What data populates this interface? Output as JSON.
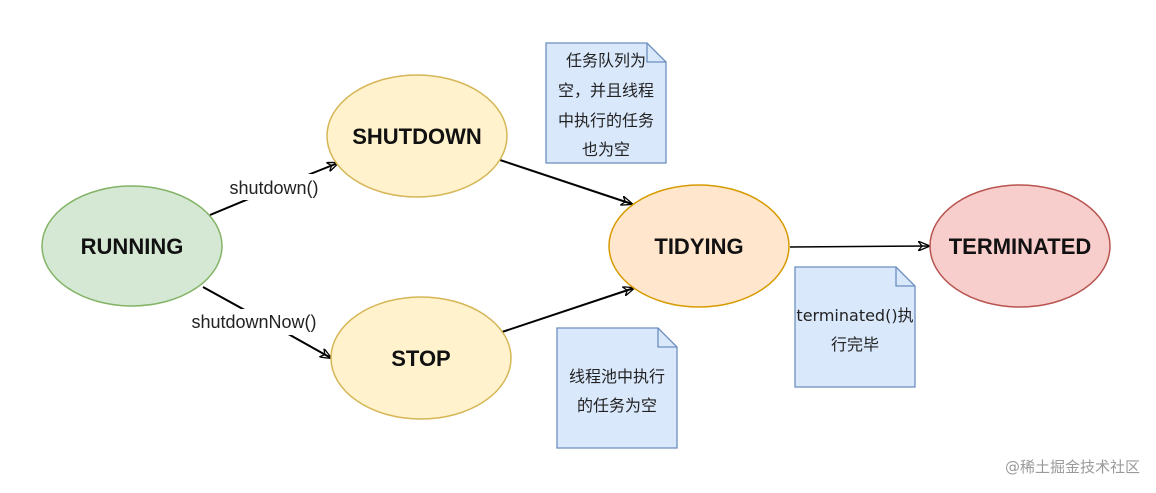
{
  "states": {
    "running": {
      "label": "RUNNING",
      "fill": "#d5e8d4",
      "stroke": "#82b366"
    },
    "shutdown": {
      "label": "SHUTDOWN",
      "fill": "#fff2cc",
      "stroke": "#d6b656"
    },
    "stop": {
      "label": "STOP",
      "fill": "#fff2cc",
      "stroke": "#d6b656"
    },
    "tidying": {
      "label": "TIDYING",
      "fill": "#ffe6cc",
      "stroke": "#d79b00"
    },
    "terminated": {
      "label": "TERMINATED",
      "fill": "#f8cecc",
      "stroke": "#b85450"
    }
  },
  "transitions": {
    "shutdown": "shutdown()",
    "shutdownNow": "shutdownNow()"
  },
  "notes": {
    "shutdown_to_tidying": [
      "任务队列为",
      "空，并且线程",
      "中执行的任务",
      "也为空"
    ],
    "stop_to_tidying": [
      "线程池中执行",
      "的任务为空"
    ],
    "tidying_to_terminated": [
      "terminated()执",
      "行完毕"
    ]
  },
  "note_style": {
    "fill": "#dae8fc",
    "stroke": "#6c8ebf"
  },
  "watermark": "@稀土掘金技术社区"
}
